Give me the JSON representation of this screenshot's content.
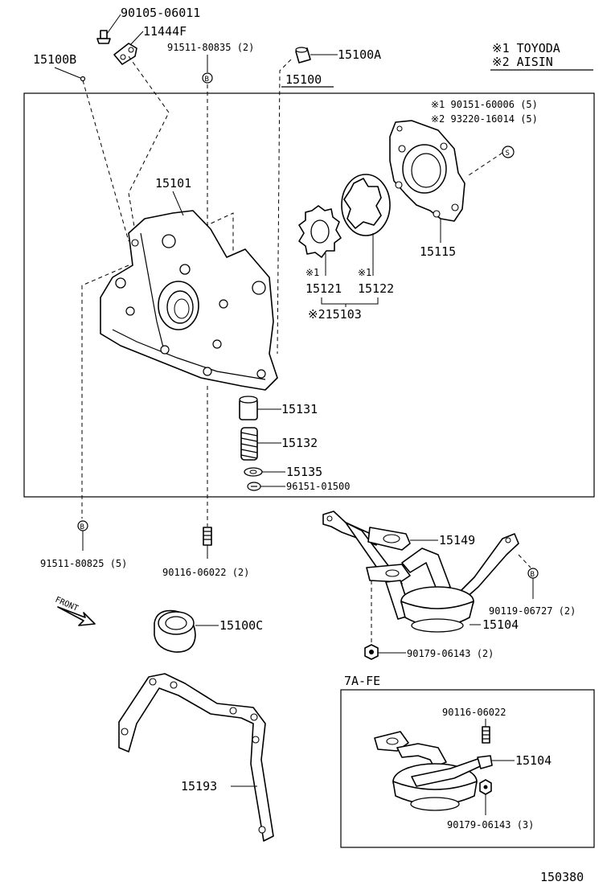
{
  "legend": {
    "note1": "※1 TOYODA",
    "note2": "※2 AISIN"
  },
  "labels": {
    "p_90105_06011": "90105-06011",
    "p_11444F": "11444F",
    "p_15100B": "15100B",
    "p_91511_80835": "91511-80835 (2)",
    "p_15100A": "15100A",
    "p_15100": "15100",
    "p_note1_90151": "※1  90151-60006 (5)",
    "p_note2_93220": "※2  93220-16014 (5)",
    "p_15101": "15101",
    "p_15115": "15115",
    "p_m1a": "※1",
    "p_m1b": "※1",
    "p_15121": "15121",
    "p_15122": "15122",
    "p_215103": "※215103",
    "p_15131": "15131",
    "p_15132": "15132",
    "p_15135": "15135",
    "p_96151_01500": "96151-01500",
    "p_15149": "15149",
    "p_91511_80825": "91511-80825 (5)",
    "p_90116_06022_2": "90116-06022 (2)",
    "p_90119_06727": "90119-06727 (2)",
    "p_front": "FRONT",
    "p_15100C": "15100C",
    "p_15104_main": "15104",
    "p_90179_06143_2": "90179-06143 (2)",
    "p_7AFE": "7A-FE",
    "p_90116_06022": "90116-06022",
    "p_15104_inset": "15104",
    "p_15193": "15193",
    "p_90179_06143_3": "90179-06143 (3)",
    "p_drawing_no": "150380"
  },
  "markers": {
    "b": "B",
    "s": "S"
  }
}
